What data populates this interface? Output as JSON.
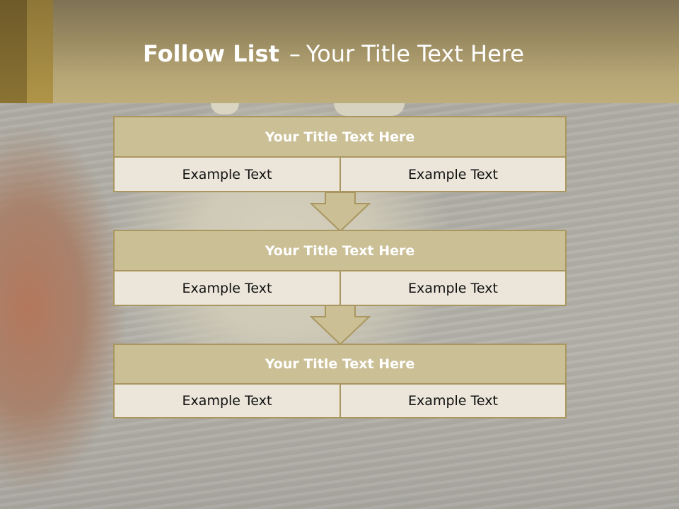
{
  "header": {
    "title_bold": "Follow List",
    "title_separator": "–",
    "title_rest": "Your Title Text Here"
  },
  "blocks": [
    {
      "title": "Your Title Text Here",
      "left": "Example Text",
      "right": "Example Text"
    },
    {
      "title": "Your Title Text Here",
      "left": "Example Text",
      "right": "Example Text"
    },
    {
      "title": "Your Title Text Here",
      "left": "Example Text",
      "right": "Example Text"
    }
  ],
  "colors": {
    "header_gold": "#bfae7c",
    "block_title_fill": "#cbbf96",
    "block_border": "#aa9760",
    "cell_fill": "#ebe5da"
  }
}
